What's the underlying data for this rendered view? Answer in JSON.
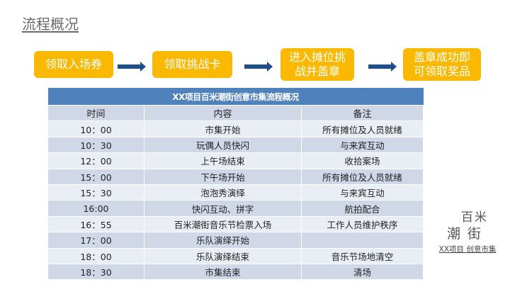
{
  "page": {
    "title": "流程概况"
  },
  "flow_steps": [
    {
      "label": "领取入场券"
    },
    {
      "label": "领取挑战卡"
    },
    {
      "label": "进入摊位挑战并盖章",
      "line1": "进入摊位挑",
      "line2": "战并盖章"
    },
    {
      "label": "盖章成功即可领取奖品",
      "line1": "盖章成功即",
      "line2": "可领取奖品"
    }
  ],
  "arrows": [
    {
      "icon": "right-arrow-icon"
    },
    {
      "icon": "right-arrow-icon"
    },
    {
      "icon": "right-arrow-icon"
    }
  ],
  "colors": {
    "step_bg": "#fbb800",
    "arrow": "#1f4e8c",
    "table_caption_bg": "#4f81bd",
    "row_dark": "#d0d8e8",
    "row_light": "#e9edf4"
  },
  "table": {
    "caption": "XX项目百米潮街创意市集流程概况",
    "headers": [
      "时间",
      "内容",
      "备注"
    ],
    "rows": [
      [
        "10：00",
        "市集开始",
        "所有摊位及人员就绪"
      ],
      [
        "10：30",
        "玩偶人员快闪",
        "与来宾互动"
      ],
      [
        "12：00",
        "上午场结束",
        "收拾案场"
      ],
      [
        "15：00",
        "下午场开始",
        "所有摊位及人员就绪"
      ],
      [
        "15：30",
        "泡泡秀演绎",
        "与来宾互动"
      ],
      [
        "16:00",
        "快闪互动、拼字",
        "航拍配合"
      ],
      [
        "16：55",
        "百米潮街音乐节检票入场",
        "工作人员维护秩序"
      ],
      [
        "17：00",
        "乐队演绎开始",
        ""
      ],
      [
        "18：00",
        "乐队演绎结束",
        "音乐节场地清空"
      ],
      [
        "18：30",
        "市集结束",
        "清场"
      ]
    ]
  },
  "brand": {
    "line1": "百米",
    "line2": "潮街",
    "line3": "XX项目 创意市集"
  }
}
